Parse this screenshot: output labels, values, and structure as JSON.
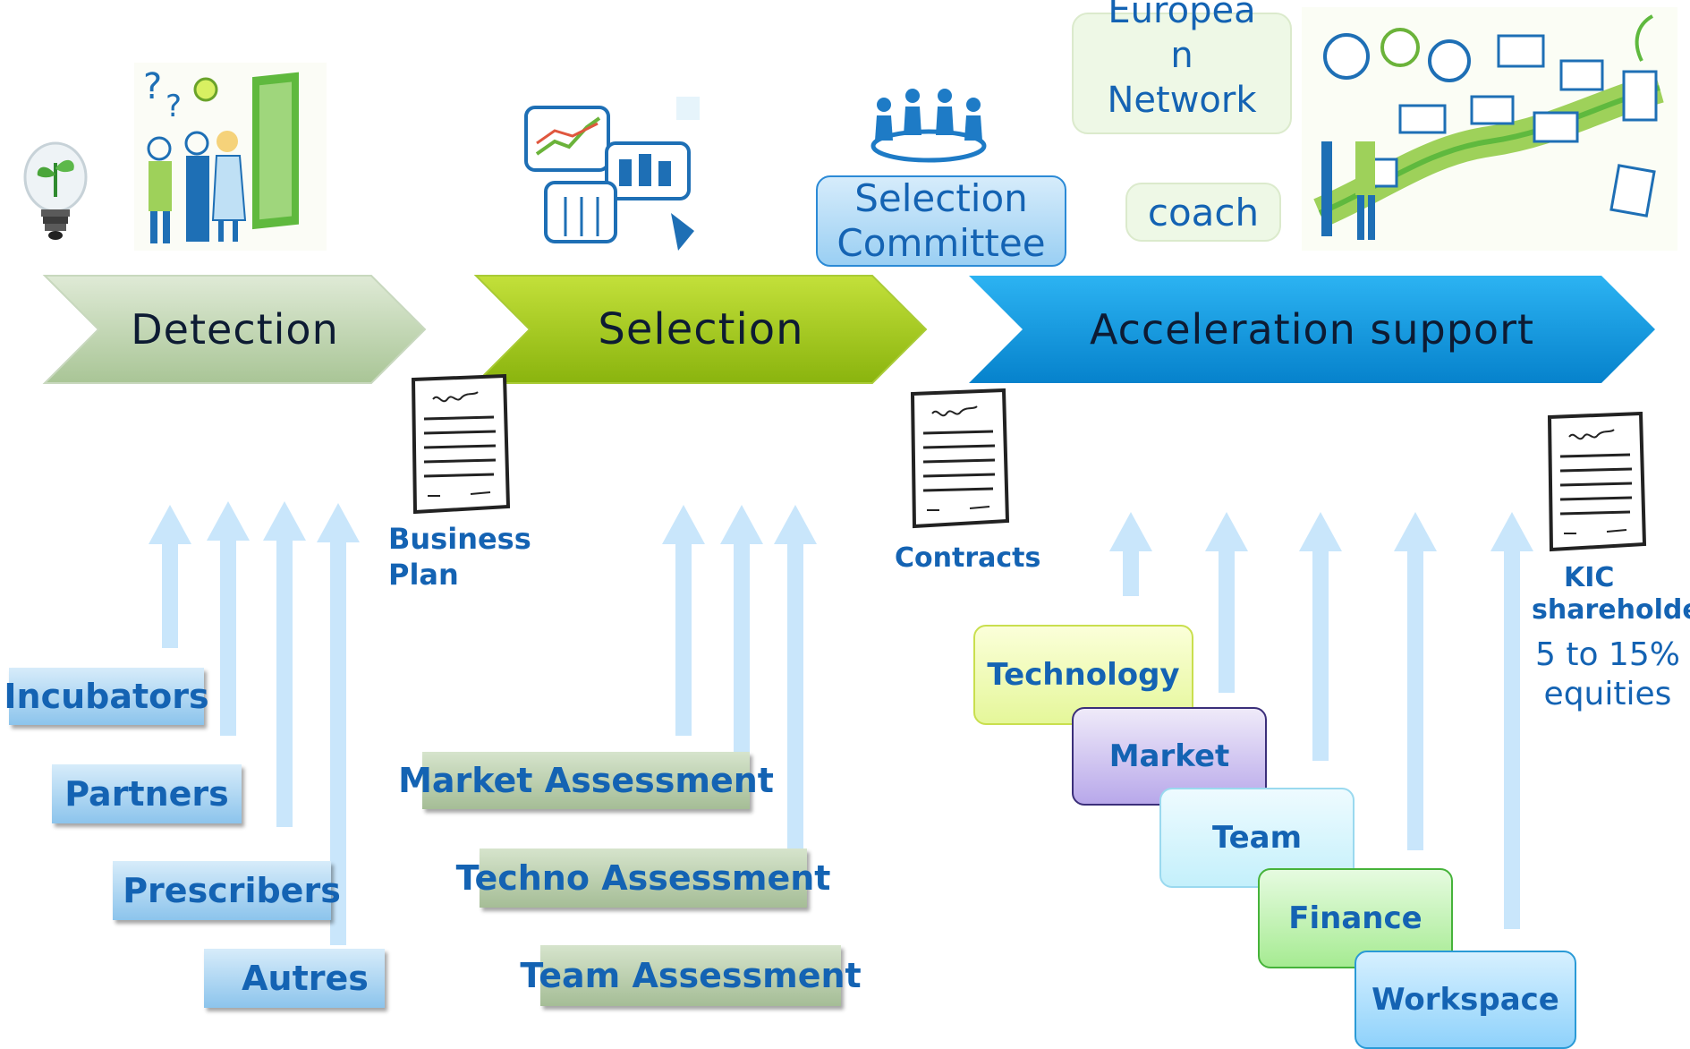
{
  "stages": {
    "detection": "Detection",
    "selection": "Selection",
    "acceleration": "Acceleration support"
  },
  "sources": [
    "Incubators",
    "Partners",
    "Prescribers",
    "Autres"
  ],
  "assessments": [
    "Market Assessment",
    "Techno Assessment",
    "Team Assessment"
  ],
  "support_areas": [
    "Technology",
    "Market",
    "Team",
    "Finance",
    "Workspace"
  ],
  "documents": {
    "business_plan_line1": "Business",
    "business_plan_line2": "Plan",
    "contracts": "Contracts",
    "kic_line1": "KIC",
    "kic_line2": "shareholder",
    "equity_line1": "5 to 15%",
    "equity_line2": "equities"
  },
  "bubbles": {
    "committee_line1": "Selection",
    "committee_line2": "Committee",
    "network_line1": "Europea",
    "network_line2": "n",
    "network_line3": "Network",
    "coach": "coach"
  },
  "colors": {
    "detection_chevron": "#b9d3a8",
    "selection_chevron": "#9cc414",
    "acceleration_chevron": "#0a96e0",
    "label_blue": "#1463b3",
    "arrow_light_blue": "#c9e6fb"
  },
  "icons": [
    "lightbulb-plant-icon",
    "people-ideas-sketch-icon",
    "charts-sketch-icon",
    "committee-people-icon",
    "startup-roadmap-sketch-icon",
    "document-icon"
  ]
}
